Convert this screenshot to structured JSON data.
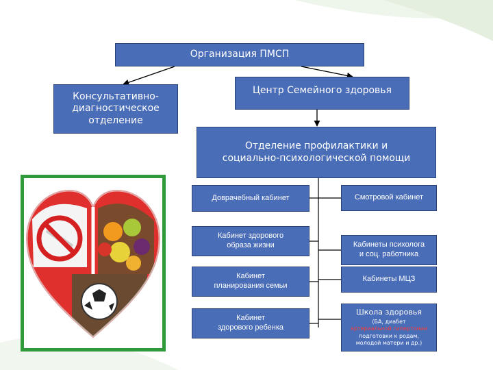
{
  "colors": {
    "box_fill": "#4a6db8",
    "box_border": "#2a3f75",
    "box_text": "#ffffff",
    "note_red": "#ff3a3a",
    "frame_green": "#2f9a3a",
    "heart_red": "#e0302e"
  },
  "title": "Организация ПМСП",
  "consultative": {
    "lines": [
      "Консультативно-",
      "диагностическое",
      "отделение"
    ]
  },
  "center": "Центр Семейного здоровья",
  "department": {
    "lines": [
      "Отделение профилактики и",
      "социально-психологической помощи"
    ]
  },
  "left_offices": [
    {
      "lines": [
        "Доврачебный кабинет"
      ]
    },
    {
      "lines": [
        "Кабинет здорового",
        "образа жизни"
      ]
    },
    {
      "lines": [
        "Кабинет",
        "планирования семьи"
      ]
    },
    {
      "lines": [
        "Кабинет",
        "здорового ребенка"
      ]
    }
  ],
  "right_offices": [
    {
      "lines": [
        "Смотровой кабинет"
      ]
    },
    {
      "lines": [
        "Кабинеты психолога",
        "и соц. работника"
      ]
    },
    {
      "lines": [
        "Кабинеты МЦЗ"
      ]
    }
  ],
  "school": {
    "title": "Школа здоровья",
    "note_lines": [
      "(БА, диабет",
      "артериальной гипертонии",
      "подготовки к родам,",
      "молодой матери и др.)"
    ]
  },
  "illustration": {
    "icons": [
      "heart-icon",
      "no-smoking-icon",
      "fruit-icon",
      "sport-ball-icon"
    ]
  }
}
